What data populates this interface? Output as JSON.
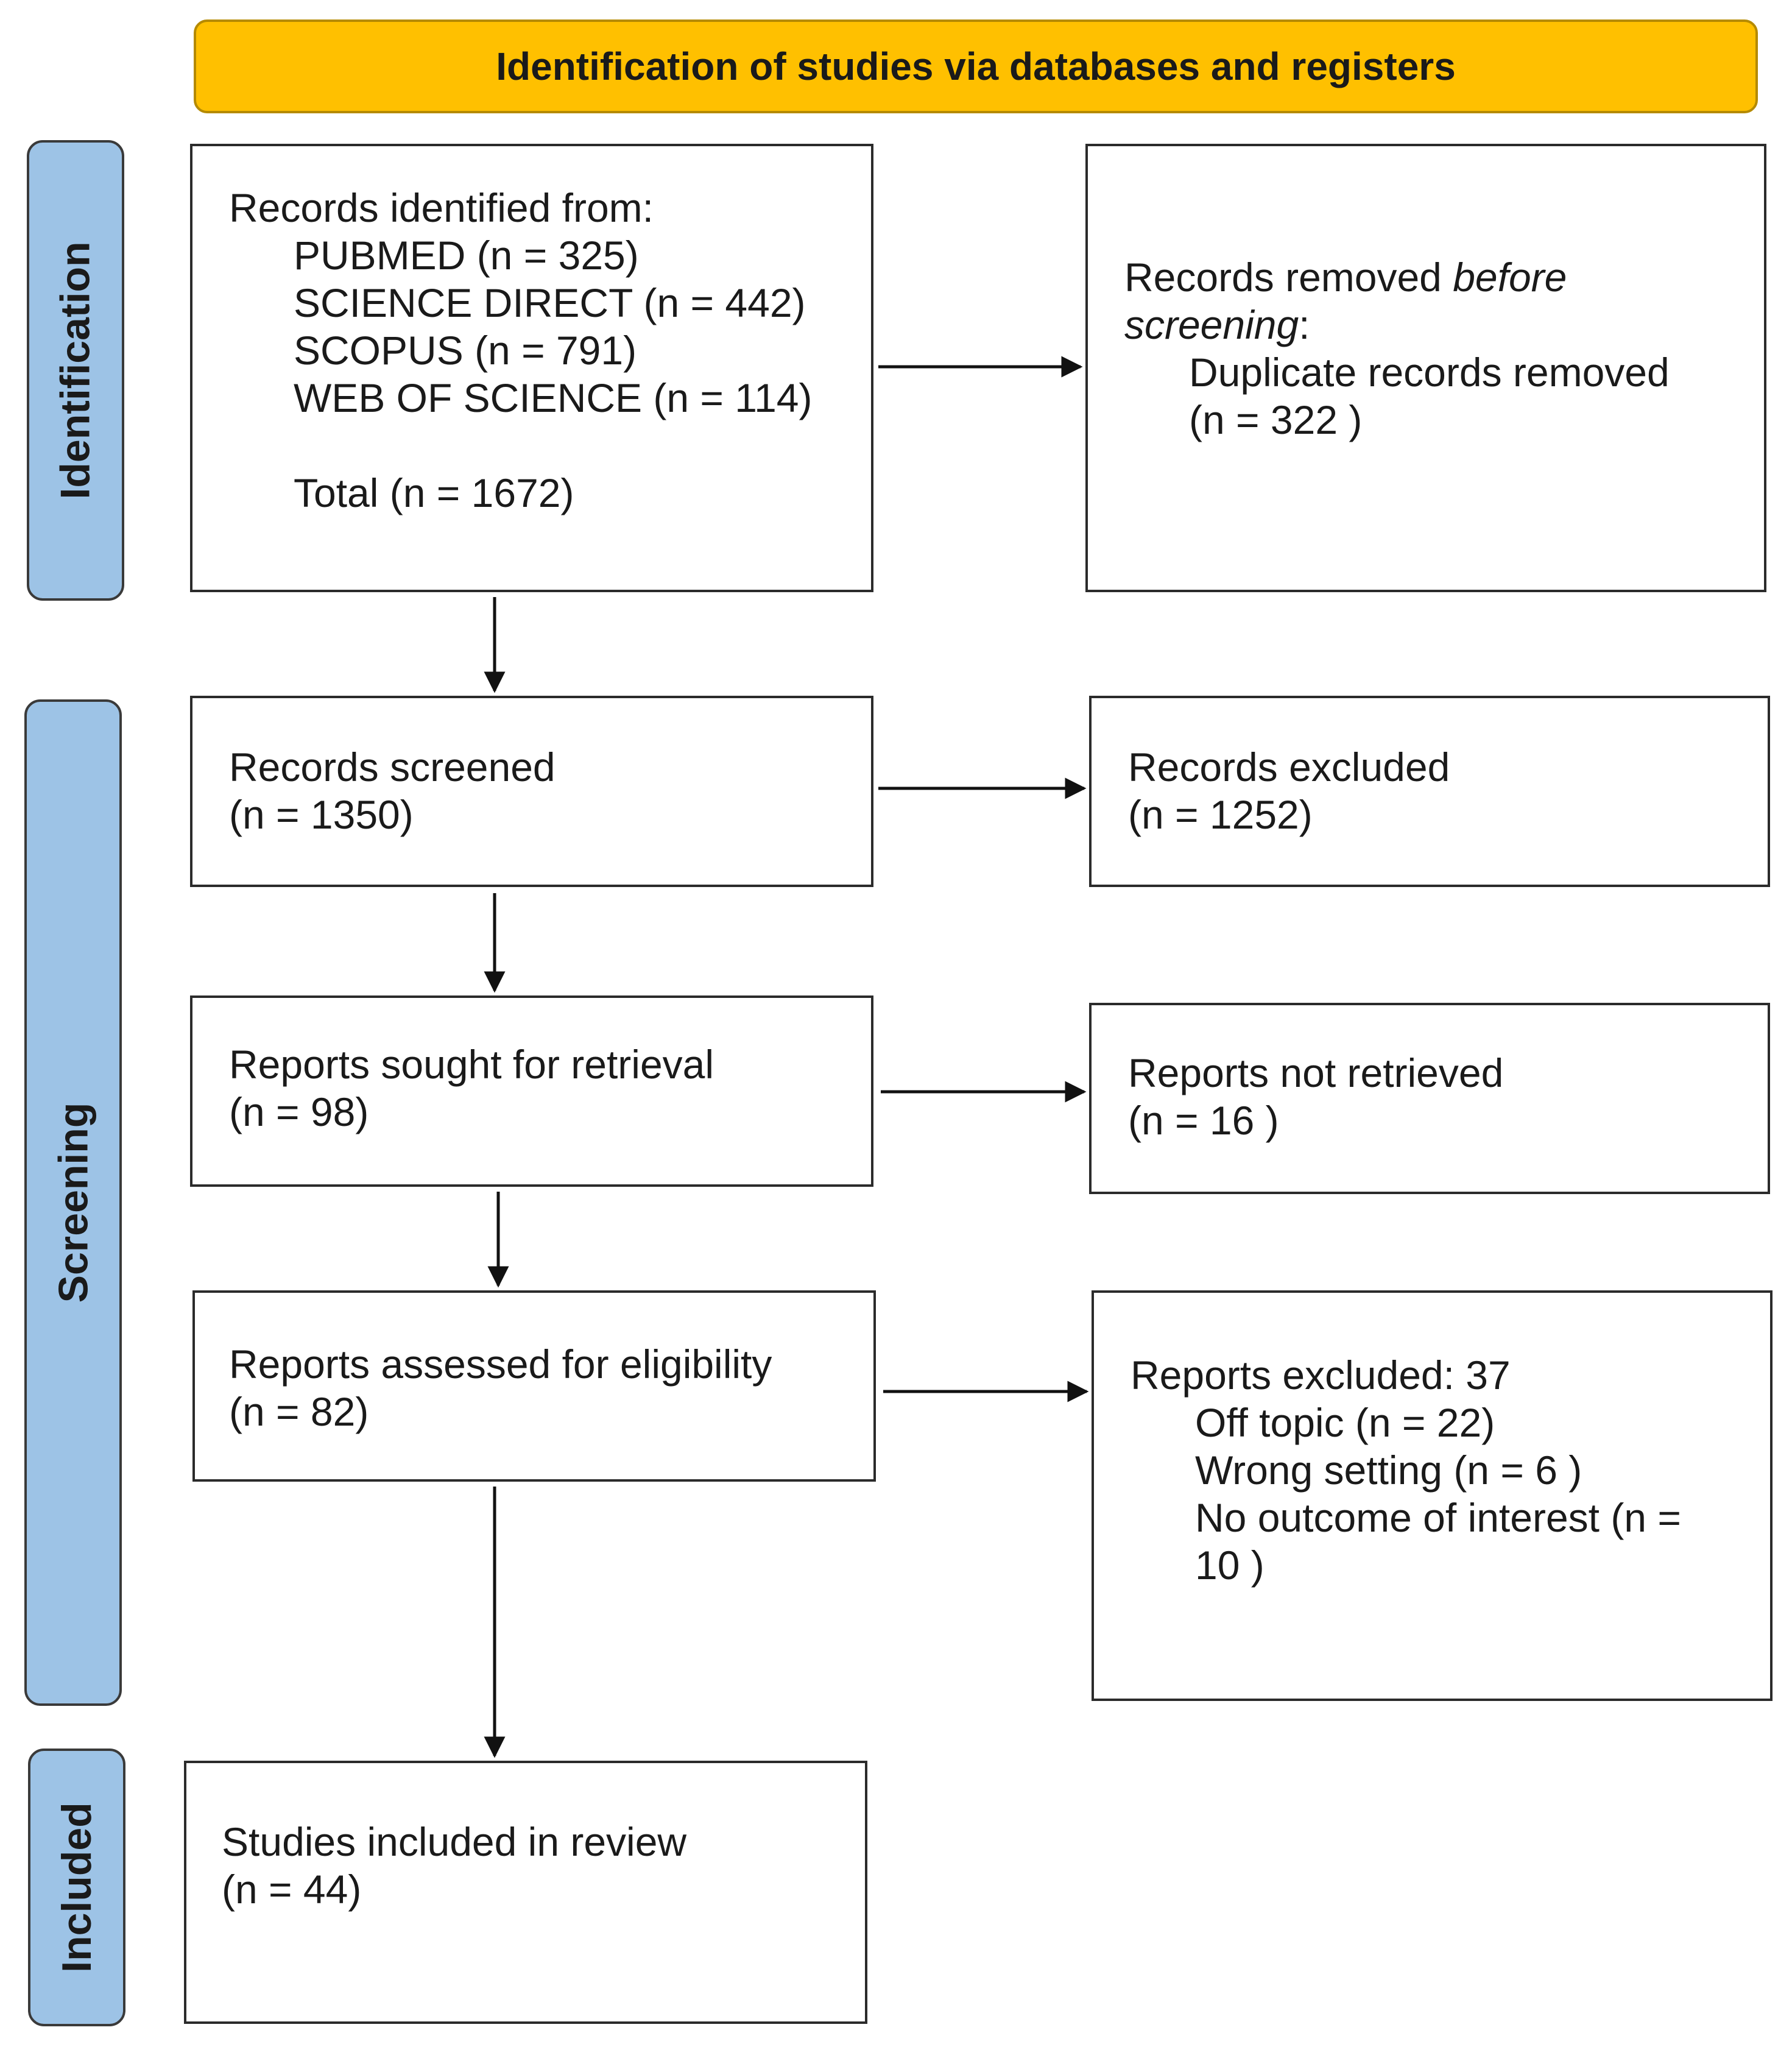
{
  "header": {
    "title": "Identification of studies via databases and registers"
  },
  "phases": {
    "identification": "Identification",
    "screening": "Screening",
    "included": "Included"
  },
  "identified": {
    "heading": "Records identified from:",
    "sources": [
      "PUBMED (n = 325)",
      "SCIENCE DIRECT (n = 442)",
      "SCOPUS (n = 791)",
      "WEB OF SCIENCE (n = 114)"
    ],
    "total": "Total (n = 1672)"
  },
  "removed": {
    "prefix": "Records removed ",
    "emphasis1": "before",
    "emphasis2": "screening",
    "suffix": ":",
    "detail_line1": "Duplicate records removed",
    "detail_line2": "(n = 322 )"
  },
  "screened": {
    "label": "Records screened",
    "count": "(n = 1350)"
  },
  "excluded": {
    "label": "Records excluded",
    "count": "(n = 1252)"
  },
  "sought": {
    "label": "Reports sought for retrieval",
    "count": "(n = 98)"
  },
  "not_retrieved": {
    "label": "Reports not retrieved",
    "count": "(n = 16 )"
  },
  "assessed": {
    "label": "Reports assessed for eligibility",
    "count": "(n = 82)"
  },
  "reports_excluded": {
    "heading": "Reports excluded: 37",
    "reasons": [
      "Off topic (n = 22)",
      "Wrong setting (n = 6 )",
      "No outcome of interest (n =",
      "10 )"
    ]
  },
  "included": {
    "label": "Studies included in review",
    "count": "(n = 44)"
  }
}
